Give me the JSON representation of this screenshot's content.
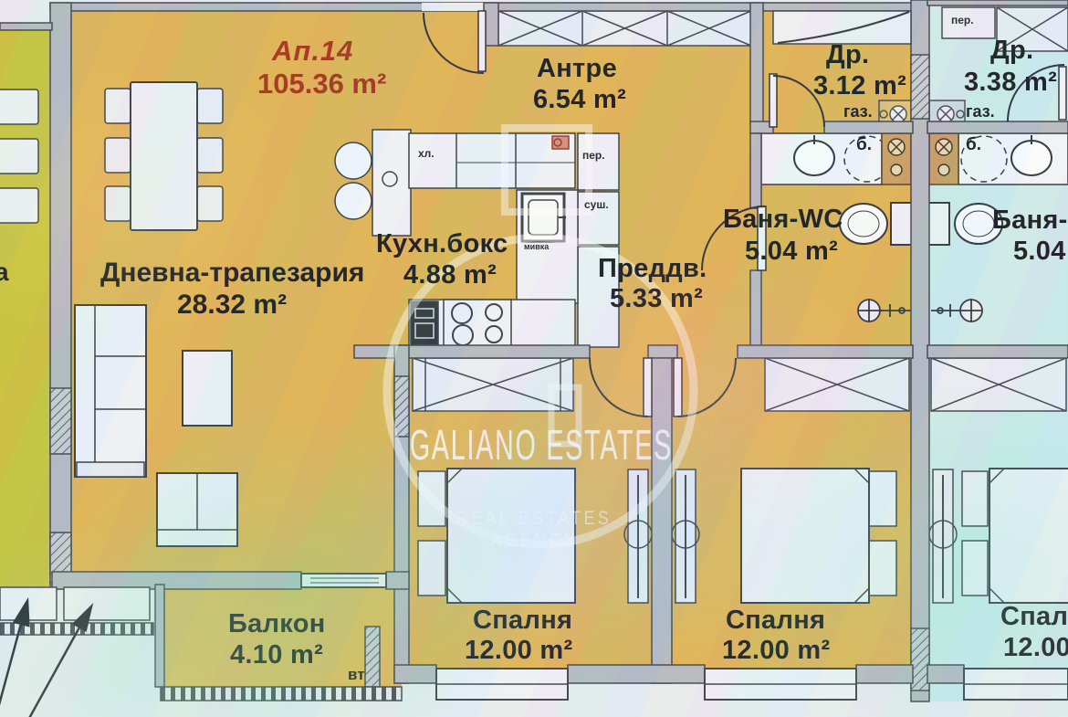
{
  "apartment": {
    "number": "Ап.14",
    "total_area": "105.36 m²"
  },
  "rooms": {
    "living": {
      "name": "Дневна-трапезария",
      "area": "28.32 m²"
    },
    "hall": {
      "name": "Антре",
      "area": "6.54 m²"
    },
    "kitchen": {
      "name": "Кухн.бокс",
      "area": "4.88 m²"
    },
    "vestibule": {
      "name": "Преддв.",
      "area": "5.33 m²"
    },
    "closet": {
      "name": "Др.",
      "area": "3.12 m²"
    },
    "bath": {
      "name": "Баня-WC",
      "area": "5.04 m²"
    },
    "bedroom1": {
      "name": "Спалня",
      "area": "12.00 m²"
    },
    "bedroom2": {
      "name": "Спалня",
      "area": "12.00 m²"
    },
    "balcony": {
      "name": "Балкон",
      "area": "4.10 m²"
    }
  },
  "fixture_labels": {
    "gas": "газ.",
    "boiler": "б.",
    "fridge": "хл.",
    "washer": "пер.",
    "dryer": "суш.",
    "sink": "мивка",
    "vt": "вт"
  },
  "neighbor_right": {
    "closet_name": "Др.",
    "closet_area": "3.38 m²",
    "bath_name": "Баня-",
    "bath_area": "5.04",
    "bedroom_name": "Спалня",
    "bedroom_area": "12.00",
    "washer": "пер.",
    "gas": "газ.",
    "boiler": "б."
  },
  "neighbor_left": {
    "cut_label": "а"
  },
  "watermark": {
    "brand": "GALIANO ESTATES",
    "tagline": "REAL ESTATES AGENCY"
  },
  "colors": {
    "accent_red": "#a63320",
    "floor_yellow": "#dfb457",
    "neighbor_green": "#c8c33e",
    "neighbor_blue": "#cdeaec",
    "wall_gray": "#b6bac2"
  }
}
